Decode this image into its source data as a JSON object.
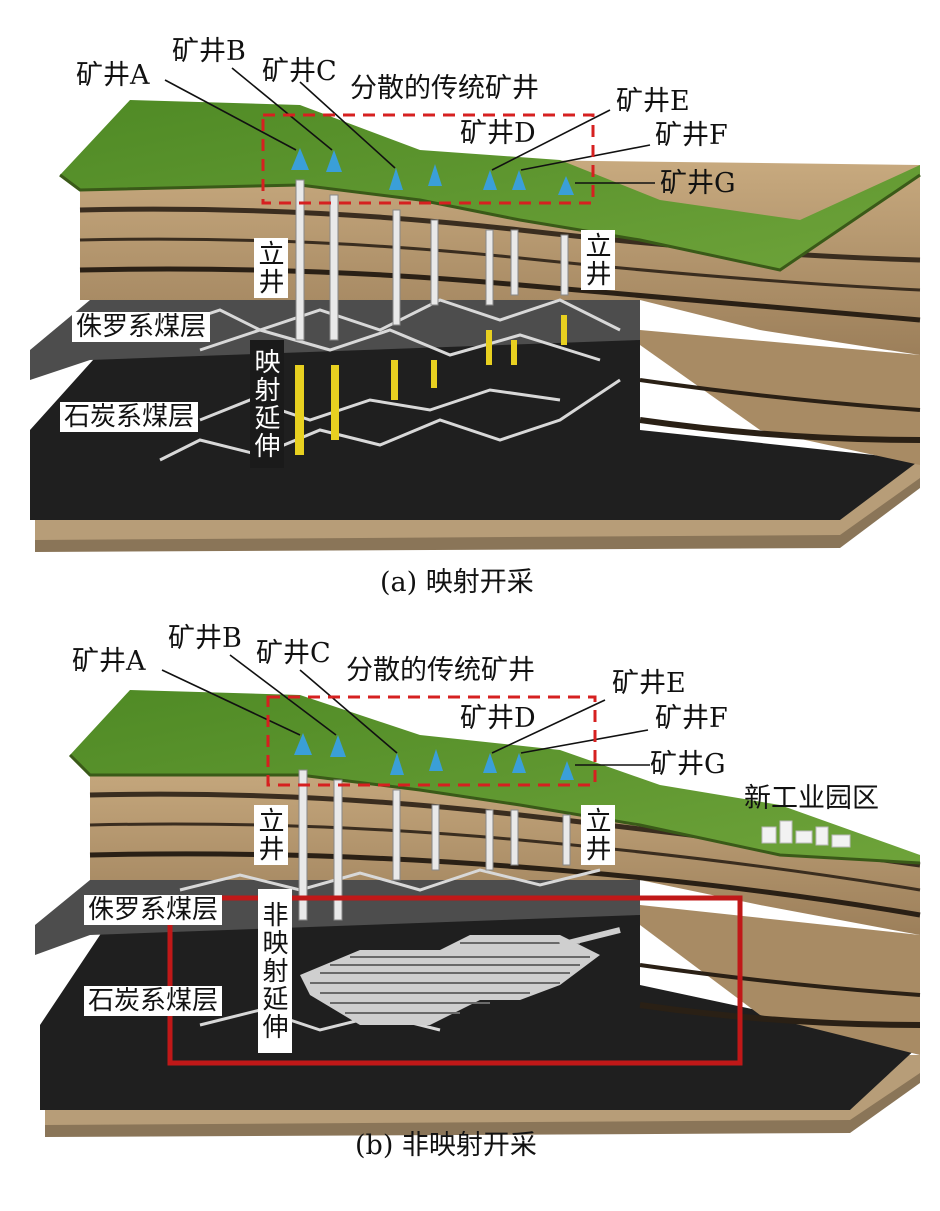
{
  "colors": {
    "grass": "#5a8f2e",
    "grass_dark": "#3f6e1f",
    "rock": "#b89a72",
    "rock_dark": "#6f5a40",
    "coal": "#1c1c1c",
    "dashed_box": "#d62020",
    "solid_box": "#c01818",
    "shaft_blue": "#3a9fd8",
    "shaft_white": "#e8e8e8",
    "shaft_yellow": "#e8d020"
  },
  "icons": {
    "mine-head": "blue-headframe-icon",
    "industrial-park": "white-buildings-icon"
  },
  "panel_a": {
    "mines": [
      "矿井A",
      "矿井B",
      "矿井C",
      "矿井D",
      "矿井E",
      "矿井F",
      "矿井G"
    ],
    "group_label": "分散的传统矿井",
    "shaft_label": "立井",
    "seam_upper": "侏罗系煤层",
    "seam_lower": "石炭系煤层",
    "extension_label": "映射延伸",
    "caption": "(a) 映射开采"
  },
  "panel_b": {
    "mines": [
      "矿井A",
      "矿井B",
      "矿井C",
      "矿井D",
      "矿井E",
      "矿井F",
      "矿井G"
    ],
    "group_label": "分散的传统矿井",
    "shaft_label": "立井",
    "seam_upper": "侏罗系煤层",
    "seam_lower": "石炭系煤层",
    "extension_label": "非映射延伸",
    "park_label": "新工业园区",
    "caption": "(b) 非映射开采"
  }
}
